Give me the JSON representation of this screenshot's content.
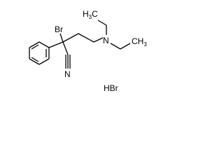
{
  "molecule": {
    "atoms": {
      "br_substituent": "Br",
      "nitrogen_amine": "N",
      "nitrile_n": "N",
      "ch3_top": "CH",
      "ch3_top_sub": "3",
      "ch3_top_prefix": "H",
      "ch3_top_prefix_sub": "3",
      "ch3_top_c": "C",
      "ch3_right": "CH",
      "ch3_right_sub": "3",
      "salt": "HBr"
    },
    "colors": {
      "bond": "#000000",
      "label": "#000000",
      "background": "#ffffff"
    }
  }
}
